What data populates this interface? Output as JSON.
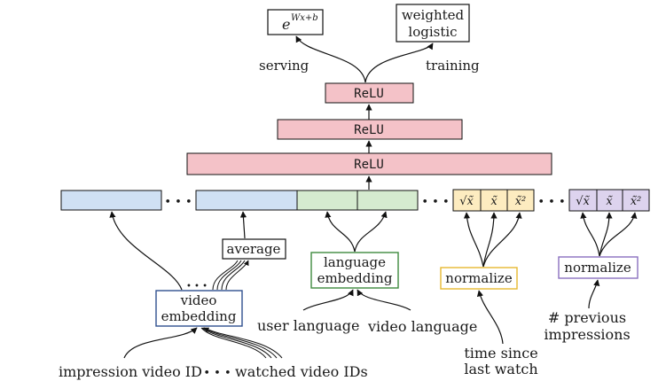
{
  "outputs": {
    "serving_formula_base": "e",
    "serving_formula_exponent": "Wx+b",
    "training_line1": "weighted",
    "training_line2": "logistic",
    "serving_label": "serving",
    "training_label": "training"
  },
  "relu_layers": [
    "ReLU",
    "ReLU",
    "ReLU"
  ],
  "features": {
    "dots": "• • •",
    "average_label": "average",
    "video_embedding_line1": "video",
    "video_embedding_line2": "embedding",
    "language_embedding_line1": "language",
    "language_embedding_line2": "embedding",
    "normalize_label": "normalize",
    "transforms": [
      "√x̃",
      "x̃",
      "x̃²"
    ]
  },
  "inputs": {
    "impression_video_id": "impression video ID",
    "watched_video_ids": "watched video IDs",
    "user_language": "user language",
    "video_language": "video language",
    "time_since_line1": "time since",
    "time_since_line2": "last watch",
    "previous_impressions_line1": "# previous",
    "previous_impressions_line2": "impressions"
  },
  "colors": {
    "relu_fill": "#f4c2c8",
    "video_fill": "#cfe0f3",
    "language_fill": "#d5ebcf",
    "time_fill": "#fdecc0",
    "impressions_fill": "#ddd3ee",
    "video_border": "#2f4f8f",
    "language_border": "#3e8a3e",
    "time_border": "#e6b830",
    "impressions_border": "#8a70bf"
  }
}
